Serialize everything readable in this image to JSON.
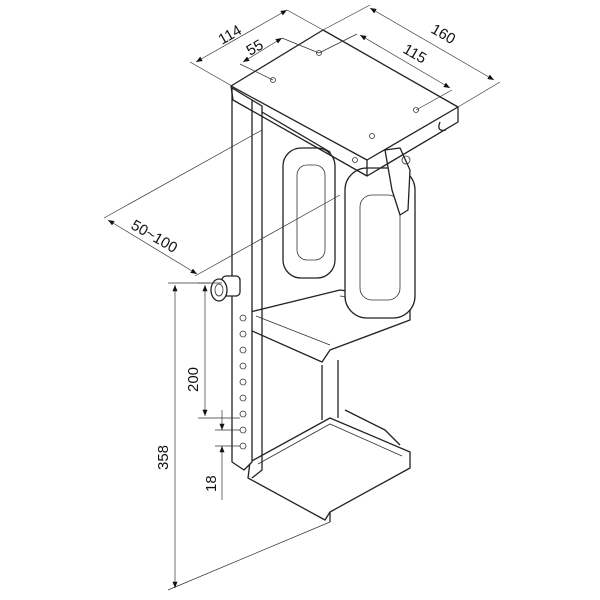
{
  "title": "Under-desk PC holder dimension drawing",
  "dimensions": {
    "depth_total": "114",
    "depth_holes": "55",
    "width_total": "160",
    "width_holes": "115",
    "pc_width_range": "50~100",
    "height_adjust": "200",
    "height_total": "358",
    "hole_spacing": "18"
  },
  "colors": {
    "line": "#222222",
    "background": "#ffffff"
  }
}
